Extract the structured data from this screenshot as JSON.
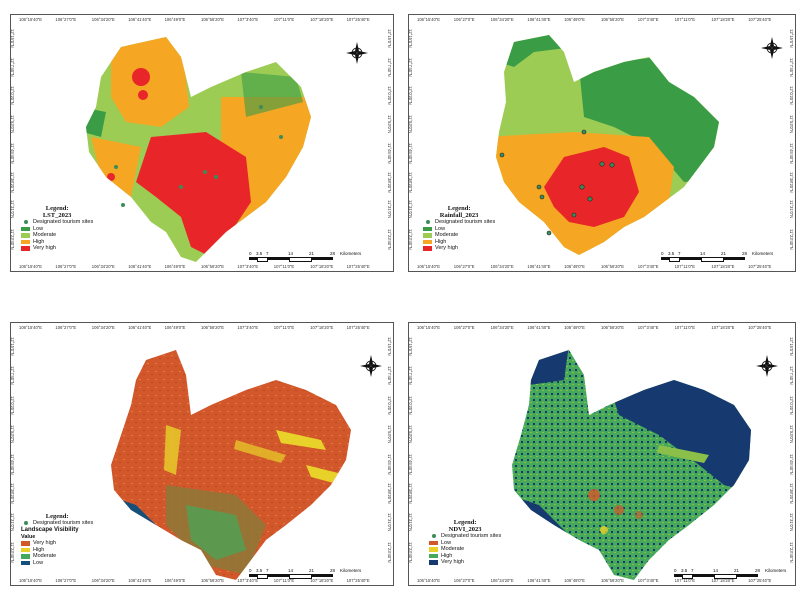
{
  "coords_top": [
    "106°15'40\"E",
    "106°27'0\"E",
    "106°34'20\"E",
    "106°41'40\"E",
    "106°49'0\"E",
    "106°56'20\"E",
    "107°3'40\"E",
    "107°11'0\"E",
    "107°18'20\"E",
    "107°25'40\"E"
  ],
  "coords_side": [
    "12°15'0\"N",
    "12°7'40\"N",
    "12°0'20\"N",
    "11°53'0\"N",
    "11°45'40\"N",
    "11°38'20\"N",
    "11°31'0\"N",
    "11°23'40\"N"
  ],
  "compass": {
    "n": "N",
    "s": "S",
    "e": "E",
    "w": "W"
  },
  "scale": {
    "ticks": [
      "0",
      "3.5",
      "7",
      "14",
      "21",
      "28"
    ],
    "unit": "Kilometers"
  },
  "sites_label": "Designated tourism sites",
  "colors": {
    "low_green": "#3a9d46",
    "moderate_lightgreen": "#9dcc54",
    "high_orange": "#f5a623",
    "veryhigh_red": "#e8262a",
    "veryhigh_orange": "#d2572a",
    "high_yellow": "#e8d22a",
    "moderate_green": "#45a85a",
    "low_blue": "#14507a",
    "dark_navy": "#163a70"
  },
  "panels": [
    {
      "legend": "Legend:",
      "title": "LST_2023",
      "classes": [
        {
          "label": "Low",
          "color": "#3a9d46"
        },
        {
          "label": "Moderate",
          "color": "#9dcc54"
        },
        {
          "label": "High",
          "color": "#f5a623"
        },
        {
          "label": "Very high",
          "color": "#e8262a"
        }
      ]
    },
    {
      "legend": "Legend:",
      "title": "Rainfall_2023",
      "classes": [
        {
          "label": "Low",
          "color": "#3a9d46"
        },
        {
          "label": "Moderate",
          "color": "#9dcc54"
        },
        {
          "label": "High",
          "color": "#f5a623"
        },
        {
          "label": "Very high",
          "color": "#e8262a"
        }
      ]
    },
    {
      "legend": "Legend:",
      "title": "Landscape Visibility",
      "subtitle": "Value",
      "classes": [
        {
          "label": "Very high",
          "color": "#d2572a"
        },
        {
          "label": "High",
          "color": "#e8d22a"
        },
        {
          "label": "Moderate",
          "color": "#45a85a"
        },
        {
          "label": "Low",
          "color": "#14507a"
        }
      ]
    },
    {
      "legend": "Legend:",
      "title": "NDVI_2023",
      "classes": [
        {
          "label": "Low",
          "color": "#d2572a"
        },
        {
          "label": "Moderate",
          "color": "#e8d22a"
        },
        {
          "label": "High",
          "color": "#45a85a"
        },
        {
          "label": "Very high",
          "color": "#163a70"
        }
      ]
    }
  ]
}
